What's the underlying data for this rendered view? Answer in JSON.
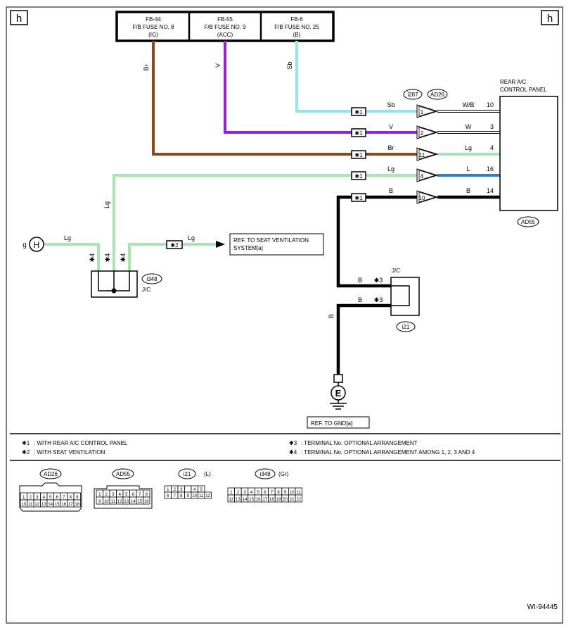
{
  "page": {
    "corner_left": "h",
    "corner_right": "h",
    "drawing_id": "WI-94445"
  },
  "fuses": [
    {
      "id": "FB-44",
      "name": "F/B FUSE NO. 8",
      "supply": "(IG)"
    },
    {
      "id": "FB-55",
      "name": "F/B FUSE NO. 9",
      "supply": "(ACC)"
    },
    {
      "id": "FB-6",
      "name": "F/B FUSE NO. 25",
      "supply": "(B)"
    }
  ],
  "wire_colors": {
    "Sb": "#8ee8ee",
    "V": "#9a1ee0",
    "Br": "#8a4a1e",
    "Lg": "#a8e8b0",
    "L": "#2a7de0",
    "B": "#000000",
    "W": "#ffffff"
  },
  "wire_labels": {
    "br": "Br",
    "v": "V",
    "sb": "Sb",
    "lg": "Lg",
    "b": "B"
  },
  "connectors": {
    "i287": "i287",
    "ad26": "AD26",
    "ad55": "AD55",
    "i348": "i348",
    "i21": "i21"
  },
  "ad26_pins": [
    "1",
    "2",
    "11",
    "4",
    "10"
  ],
  "ad55_rows": [
    {
      "color": "W/B",
      "pin": "10",
      "in_color": "Sb"
    },
    {
      "color": "W",
      "pin": "3",
      "in_color": "V"
    },
    {
      "color": "Lg",
      "pin": "4",
      "in_color": "Br"
    },
    {
      "color": "L",
      "pin": "16",
      "in_color": "Lg"
    },
    {
      "color": "B",
      "pin": "14",
      "in_color": "B"
    }
  ],
  "panel": {
    "line1": "REAR A/C",
    "line2": "CONTROL PANEL"
  },
  "marks": {
    "m1": "✱1",
    "m2": "✱2",
    "m3": "✱3",
    "m4": "✱4"
  },
  "jc_label": "J/C",
  "connector_g": {
    "letter": "g",
    "symbol": "H"
  },
  "ref_seat": {
    "line1": "REF. TO SEAT VENTILATION",
    "line2": "SYSTEM[a]"
  },
  "ground": {
    "symbol": "E",
    "ref": "REF. TO GND[a]"
  },
  "notes": [
    {
      "mark": "✱1",
      "text": ": WITH REAR A/C CONTROL PANEL"
    },
    {
      "mark": "✱2",
      "text": ": WITH SEAT VENTILATION"
    },
    {
      "mark": "✱3",
      "text": ": TERMINAL No. OPTIONAL ARRANGEMENT"
    },
    {
      "mark": "✱4",
      "text": ": TERMINAL No. OPTIONAL ARRANGEMENT AMONG 1, 2, 3 AND 4"
    }
  ],
  "legend": {
    "ad26": {
      "label": "AD26",
      "row1": [
        "1",
        "2",
        "3",
        "4",
        "5",
        "6",
        "7",
        "8",
        "9"
      ],
      "row2": [
        "10",
        "11",
        "12",
        "13",
        "14",
        "15",
        "16",
        "17",
        "18"
      ]
    },
    "ad55": {
      "label": "AD55",
      "row1": [
        "1",
        "2",
        "3",
        "4",
        "5",
        "6",
        "7",
        "8"
      ],
      "row2": [
        "9",
        "10",
        "11",
        "12",
        "13",
        "14",
        "15",
        "16"
      ]
    },
    "i21": {
      "label": "i21",
      "suffix": "(L)",
      "row1": [
        "1",
        "2",
        "3",
        "",
        "4",
        "5"
      ],
      "row2": [
        "6",
        "7",
        "8",
        "9",
        "10",
        "11",
        "12"
      ]
    },
    "i348": {
      "label": "i348",
      "suffix": "(Gr)",
      "row1": [
        "1",
        "2",
        "3",
        "4",
        "5",
        "6",
        "7",
        "8",
        "9",
        "10",
        "11"
      ],
      "row2": [
        "12",
        "13",
        "14",
        "15",
        "16",
        "17",
        "18",
        "19",
        "20",
        "21",
        "22"
      ]
    }
  }
}
